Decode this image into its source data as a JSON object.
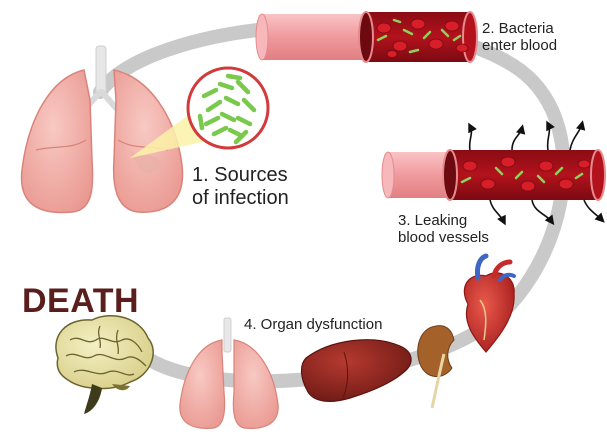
{
  "labels": {
    "sources": [
      "1. Sources",
      "of infection"
    ],
    "bacteria": [
      "2. Bacteria",
      "enter blood"
    ],
    "leaking": [
      "3. Leaking",
      "blood vessels"
    ],
    "organ": "4. Organ dysfunction",
    "death": "DEATH"
  },
  "colors": {
    "cycle_arrow": "#c9c9c9",
    "vessel_wall": "#f2a3a5",
    "blood": "#b3121c",
    "red_cell": "#d81e28",
    "bacteria": "#8bd35a",
    "lung": "#f3b3ad",
    "liver": "#9a2b23",
    "kidney": "#a4612a",
    "heart": "#c62b2b",
    "brain": "#e8e2a8",
    "death_text": "#5a1f1d"
  },
  "icons": [
    "lungs-icon",
    "bacteria-magnifier-icon",
    "blood-vessel-icon",
    "leaking-vessel-icon",
    "heart-icon",
    "kidney-icon",
    "liver-icon",
    "lungs-small-icon",
    "brain-icon"
  ]
}
